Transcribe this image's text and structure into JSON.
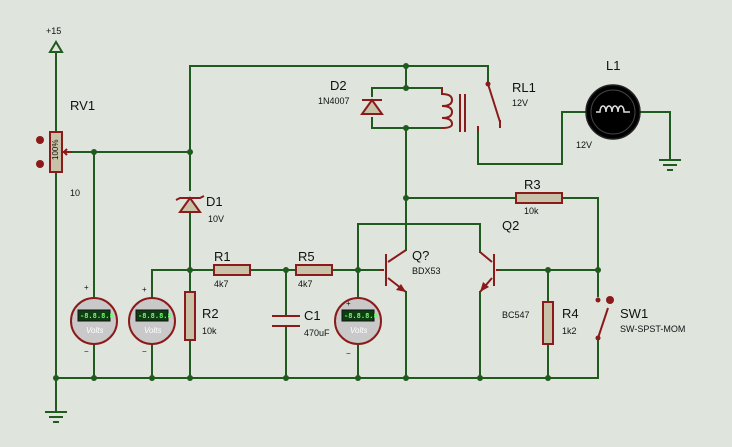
{
  "power": {
    "supply_label": "+15"
  },
  "components": {
    "rv1": {
      "ref": "RV1",
      "value": "10",
      "percent": "100%"
    },
    "d1": {
      "ref": "D1",
      "value": "10V"
    },
    "d2": {
      "ref": "D2",
      "value": "1N4007"
    },
    "rl1": {
      "ref": "RL1",
      "value": "12V"
    },
    "l1": {
      "ref": "L1",
      "value": "12V"
    },
    "r1": {
      "ref": "R1",
      "value": "4k7"
    },
    "r5": {
      "ref": "R5",
      "value": "4k7"
    },
    "r2": {
      "ref": "R2",
      "value": "10k"
    },
    "c1": {
      "ref": "C1",
      "value": "470uF"
    },
    "q1": {
      "ref": "Q?",
      "value": "BDX53"
    },
    "q2": {
      "ref": "Q2",
      "value": "BC547"
    },
    "r3": {
      "ref": "R3",
      "value": "10k"
    },
    "r4": {
      "ref": "R4",
      "value": "1k2"
    },
    "sw1": {
      "ref": "SW1",
      "value": "SW-SPST-MOM"
    }
  },
  "voltmeters": {
    "unit": "Volts",
    "display": "-8.8.8.8",
    "plus": "+",
    "minus": "−"
  },
  "colors": {
    "wire": "#1f5a1f",
    "part": "#8b1a1a",
    "background": "#dfe5dd"
  }
}
